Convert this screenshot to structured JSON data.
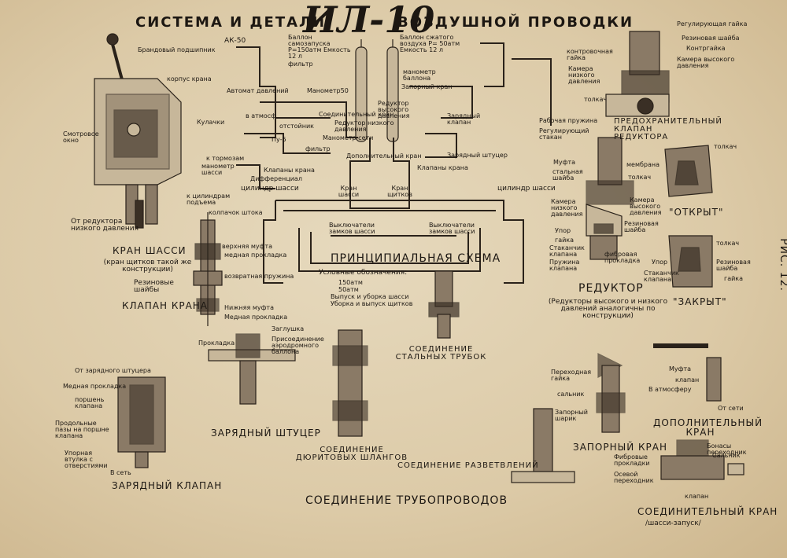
{
  "title": {
    "left": "СИСТЕМА И ДЕТАЛИ",
    "hand": "ИЛ-10",
    "right": "ВОЗДУШНОЙ   ПРОВОДКИ"
  },
  "side_label": "РИС. 12.",
  "scheme": {
    "title": "ПРИНЦИПИАЛЬНАЯ СХЕМА",
    "legend_title": "Условные обозначения:",
    "legend": [
      "150атм",
      "50атм",
      "Выпуск и уборка шасси",
      "Уборка и выпуск щитков"
    ],
    "labels": {
      "ak50": "АК-50",
      "bottle_start": "Баллон самозапуска Р=150атм Емкость 12 л",
      "bottle_air": "Баллон сжатого воздуха Р= 50атм Емкость 12 л",
      "filter1": "фильтр",
      "auto_pressure": "Автомат давлений",
      "manometer50": "Манометр50",
      "to_atmos": "в атмосф",
      "manometer_bottle": "манометр баллона",
      "shutoff_valve": "Запорный кран",
      "reducer_high": "Редуктор высокого давления",
      "connection_crane": "Соединительный кран",
      "sludge": "отстойник",
      "reducer_low": "Редуктор низкого давления",
      "charge_valve": "Зарядный клапан",
      "gun": "Пу-5",
      "manometer_net": "Манометр сети",
      "filter2": "фильтр",
      "charge_fitting": "Зарядный штуцер",
      "extra_valve": "Дополнительный кран",
      "crane_valves": "Клапаны крана",
      "crane_valves2": "Клапаны крана",
      "crane_chassis": "Кран шасси",
      "crane_flaps": "Кран щитков",
      "to_brakes": "к тормозам",
      "gun_manometer": "манометр шасси",
      "differential": "Дифференциал",
      "cyl_chassis_left": "цилиндр шасси",
      "cyl_chassis_right": "цилиндр шасси",
      "lock_left": "Выключатели замков шасси",
      "lock_right": "Выключатели замков шасси"
    }
  },
  "crane_chassis_detail": {
    "labels": [
      "Брандовый подшипник",
      "корпус крана",
      "Кулачки",
      "Смотровое окно",
      "к цилиндрам подъема"
    ],
    "from_reducer": "От редуктора низкого давления",
    "title": "КРАН ШАССИ",
    "subtitle": "(кран щитков такой же конструкции)"
  },
  "valve_crane": {
    "labels": [
      "колпачок штока",
      "верхняя муфта",
      "медная прокладка",
      "возвратная пружина",
      "Резиновые шайбы",
      "Нижняя муфта",
      "Медная прокладка"
    ],
    "title": "КЛАПАН КРАНА"
  },
  "safety_valve": {
    "labels": [
      "Регулирующая гайка",
      "Резиновая шайба",
      "Контргайка",
      "Камера высокого давления",
      "контровочная гайка",
      "Камера низкого давления",
      "толкач"
    ],
    "title": "ПРЕДОХРАНИТЕЛЬНЫЙ КЛАПАН РЕДУКТОРА"
  },
  "reducer": {
    "labels": [
      "Рабочая пружина",
      "Регулирующий стакан",
      "Муфта",
      "стальная шайба",
      "мембрана",
      "толкач",
      "Камера низкого давления",
      "Камера высокого давления",
      "Упор",
      "гайка",
      "Резиновая шайба",
      "Стаканчик клапана",
      "Пружина клапана",
      "фибровая прокладка"
    ],
    "title": "РЕДУКТОР",
    "subtitle": "(Редукторы высокого и низкого давлений аналогичны по конструкции)"
  },
  "open_closed": {
    "open_label": "толкач",
    "open_title": "\"ОТКРЫТ\"",
    "closed_labels": [
      "толкач",
      "Упор",
      "Стаканчик клапана",
      "Резиновая шайба",
      "гайка"
    ],
    "closed_title": "\"ЗАКРЫТ\""
  },
  "charge_fitting": {
    "labels": [
      "Заглушка",
      "Прокладка",
      "Присоединение аэродромного баллона"
    ],
    "title": "ЗАРЯДНЫЙ ШТУЦЕР"
  },
  "steel_pipe": {
    "title": "СОЕДИНЕНИЕ СТАЛЬНЫХ ТРУБОК"
  },
  "durite": {
    "title": "СОЕДИНЕНИЕ ДЮРИТОВЫХ ШЛАНГОВ"
  },
  "branch": {
    "title": "СОЕДИНЕНИЕ РАЗВЕТВЛЕНИЙ"
  },
  "pipelines": {
    "title": "СОЕДИНЕНИЕ ТРУБОПРОВОДОВ"
  },
  "charge_valve": {
    "labels": [
      "От зарядного штуцера",
      "Медная прокладка",
      "поршень клапана",
      "Продольные пазы на поршне клапана",
      "Упорная втулка с отверстиями",
      "В сеть"
    ],
    "title": "ЗАРЯДНЫЙ КЛАПАН"
  },
  "shutoff": {
    "labels": [
      "Переходная гайка",
      "сальник",
      "Запорный шарик"
    ],
    "title": "ЗАПОРНЫЙ КРАН"
  },
  "extra_crane": {
    "labels": [
      "Муфта",
      "клапан",
      "В атмосферу",
      "От сети"
    ],
    "title": "ДОПОЛНИТЕЛЬНЫЙ КРАН"
  },
  "connect_crane": {
    "labels": [
      "Бонасы переходник",
      "Сальник",
      "Фибровые прокладки",
      "Осевой переходник",
      "клапан"
    ],
    "title": "СОЕДИНИТЕЛЬНЫЙ КРАН",
    "subtitle": "/шасси-запуск/"
  },
  "colors": {
    "paper": "#e6d9bd",
    "ink": "#2a221a"
  }
}
